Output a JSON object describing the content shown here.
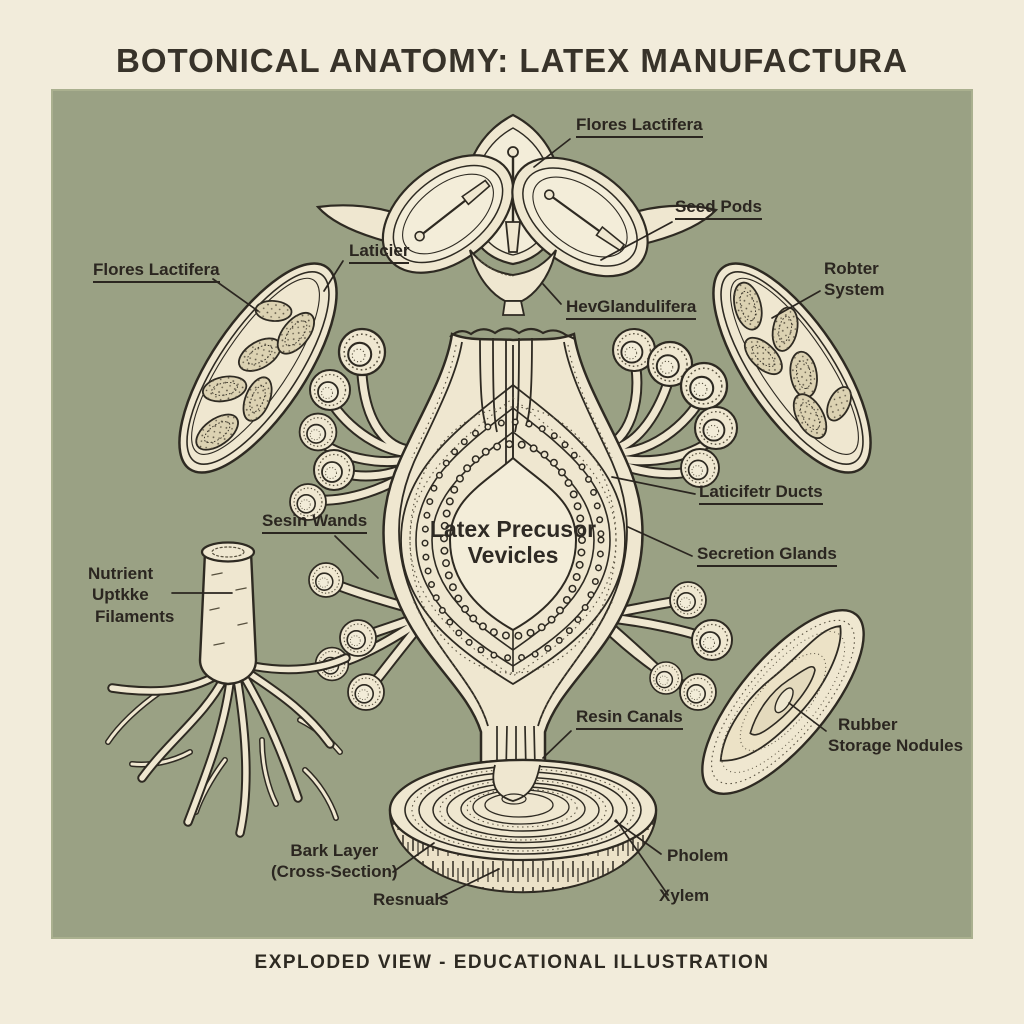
{
  "title": "BOTONICAL ANATOMY: LATEX MANUFACTURA",
  "footer": "EXPLODED VIEW - EDUCATIONAL ILLUSTRATION",
  "center_label": {
    "line1": "Latex Precusor",
    "line2": "Vevicles"
  },
  "labels": {
    "flores_lactifera_top": "Flores Lactifera",
    "seed_pods": "Seed Pods",
    "hev_glandulifera": "HevGlandulifera",
    "laticier": "Laticier",
    "flores_lactifera_left": "Flores Lactifera",
    "robter_line1": "Robter",
    "robter_line2": "System",
    "laticifetr_ducts": "Laticifetr Ducts",
    "secretion_glands": "Secretion Glands",
    "sesin_wands": "Sesin Wands",
    "nutrient_line1": "Nutrient",
    "nutrient_line2": "Uptkke",
    "nutrient_line3": "Filaments",
    "resin_canals": "Resin Canals",
    "bark_line1": "Bark Layer",
    "bark_line2": "(Cross-Section)",
    "resnuals": "Resnuals",
    "pholem": "Pholem",
    "xylem": "Xylem",
    "rubber_line1": "Rubber",
    "rubber_line2": "Storage Nodules"
  },
  "colors": {
    "background": "#f2ecdb",
    "panel": "#9aa184",
    "ink": "#2b2620",
    "fill_cream": "#efe7d0",
    "fill_light": "#f3edd9",
    "fill_seed": "#dcd2b2"
  }
}
